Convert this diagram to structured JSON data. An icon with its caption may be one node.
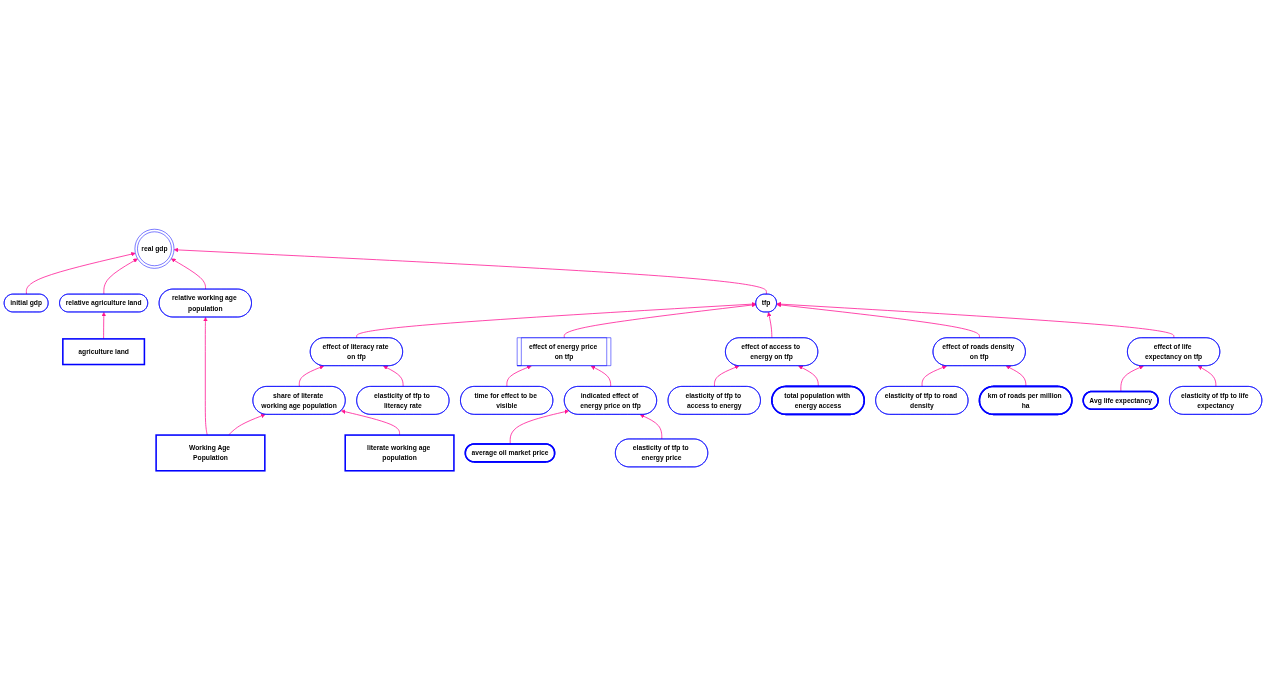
{
  "diagram": {
    "nodes": [
      {
        "text": [
          "initial gdp"
        ]
      },
      {
        "text": [
          "relative agriculture land"
        ]
      },
      {
        "text": [
          "agriculture land"
        ]
      },
      {
        "text": [
          "Working Age Population"
        ]
      },
      {
        "text": [
          "relative working age population"
        ]
      },
      {
        "text": [
          "real gdp"
        ]
      },
      {
        "text": [
          "share of literate working age population"
        ]
      },
      {
        "text": [
          "literate working age population"
        ]
      },
      {
        "text": [
          "effect of energy price on tfp"
        ]
      },
      {
        "text": [
          "time for effect to be visible"
        ]
      },
      {
        "text": [
          "tfp"
        ]
      },
      {
        "text": [
          "indicated effect of energy price on tfp"
        ]
      },
      {
        "text": [
          "average oil market price"
        ]
      },
      {
        "text": [
          "elasticity of tfp to literacy rate"
        ]
      },
      {
        "text": [
          "effect of literacy rate on tfp"
        ]
      },
      {
        "text": [
          "effect of access to energy on tfp"
        ]
      },
      {
        "text": [
          "elasticity of tfp to energy price"
        ]
      },
      {
        "text": [
          "elasticity of tfp to road density"
        ]
      },
      {
        "text": [
          "effect of roads density on tfp"
        ]
      },
      {
        "text": [
          "effect of life expectancy on tfp"
        ]
      },
      {
        "text": [
          "total population with energy access"
        ]
      },
      {
        "text": [
          "km of roads per million ha"
        ]
      },
      {
        "text": [
          "elasticity of tfp to access to energy"
        ]
      },
      {
        "text": [
          "Avg life expectancy"
        ]
      },
      {
        "text": [
          "elasticity of tfp to life expectancy"
        ]
      }
    ],
    "edges": [
      {
        "from": 0,
        "to": 5,
        "arrow": "to"
      },
      {
        "from": 2,
        "to": 1,
        "arrow": "to"
      },
      {
        "from": 1,
        "to": 5,
        "arrow": "to"
      },
      {
        "from": 3,
        "to": 4,
        "arrow": "to"
      },
      {
        "from": 4,
        "to": 5,
        "arrow": "to"
      },
      {
        "from": 3,
        "to": 6,
        "arrow": "to"
      },
      {
        "from": 7,
        "to": 6,
        "arrow": "to"
      },
      {
        "from": 6,
        "to": 14,
        "arrow": "to"
      },
      {
        "from": 13,
        "to": 14,
        "arrow": "to"
      },
      {
        "from": 14,
        "to": 10,
        "arrow": "to"
      },
      {
        "from": 10,
        "to": 5,
        "arrow": "to"
      },
      {
        "from": 8,
        "to": 10,
        "arrow": "to"
      },
      {
        "from": 9,
        "to": 8,
        "arrow": "to"
      },
      {
        "from": 11,
        "to": 8,
        "arrow": "to"
      },
      {
        "from": 12,
        "to": 11,
        "arrow": "to"
      },
      {
        "from": 16,
        "to": 11,
        "arrow": "to"
      },
      {
        "from": 15,
        "to": 10,
        "arrow": "to"
      },
      {
        "from": 18,
        "to": 10,
        "arrow": "to"
      },
      {
        "from": 19,
        "to": 10,
        "arrow": "to"
      },
      {
        "from": 17,
        "to": 18,
        "arrow": "to"
      },
      {
        "from": 21,
        "to": 18,
        "arrow": "to"
      },
      {
        "from": 23,
        "to": 19,
        "arrow": "to"
      },
      {
        "from": 24,
        "to": 19,
        "arrow": "to"
      },
      {
        "from": 22,
        "to": 15,
        "arrow": "to"
      },
      {
        "from": 20,
        "to": 15,
        "arrow": "to"
      }
    ]
  }
}
